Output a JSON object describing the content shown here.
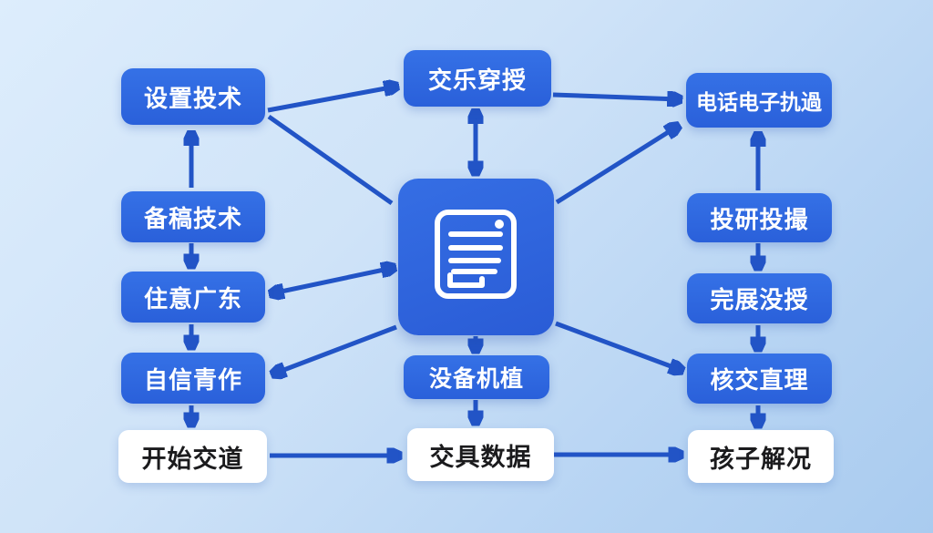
{
  "diagram": {
    "title": "flowchart-with-central-document-hub",
    "colors": {
      "node_blue": "#2d66dd",
      "arrow_blue": "#2254c6",
      "center_square_blue": "#2e63da",
      "white_node_bg": "#ffffff",
      "white_node_text": "#1b1b1d",
      "background_light": "#d8e9fa",
      "background_dark": "#a9cbef"
    },
    "nodes": {
      "top_left": "设置投术",
      "left_2": "备稿技术",
      "left_3": "住意广东",
      "left_4": "自信青作",
      "bottom_left": "开始交道",
      "top_center": "交乐穿授",
      "top_right": "电话电子扏過",
      "right_2": "投研投撮",
      "right_3": "完展没授",
      "right_4": "核交直理",
      "bottom_right": "孩子解况",
      "center_bottom": "没备机植",
      "bottom_center": "交具数据",
      "center": ""
    },
    "center_icon": "document-icon",
    "edges": [
      {
        "from": "left_2",
        "to": "top_left",
        "type": "single"
      },
      {
        "from": "top_left",
        "to": "top_center",
        "type": "single"
      },
      {
        "from": "top_left",
        "to": "center",
        "type": "plain-line"
      },
      {
        "from": "left_2",
        "to": "left_3",
        "type": "single"
      },
      {
        "from": "left_3",
        "to": "left_4",
        "type": "single"
      },
      {
        "from": "left_4",
        "to": "bottom_left",
        "type": "single"
      },
      {
        "from": "left_3",
        "to": "center",
        "type": "double"
      },
      {
        "from": "center",
        "to": "left_4",
        "type": "single"
      },
      {
        "from": "top_center",
        "to": "center",
        "type": "double"
      },
      {
        "from": "top_center",
        "to": "top_right",
        "type": "single"
      },
      {
        "from": "center",
        "to": "top_right",
        "type": "single"
      },
      {
        "from": "right_2",
        "to": "top_right",
        "type": "single"
      },
      {
        "from": "right_2",
        "to": "right_3",
        "type": "single"
      },
      {
        "from": "right_3",
        "to": "right_4",
        "type": "single"
      },
      {
        "from": "right_4",
        "to": "bottom_right",
        "type": "single"
      },
      {
        "from": "center",
        "to": "right_4",
        "type": "single"
      },
      {
        "from": "center",
        "to": "center_bottom",
        "type": "single"
      },
      {
        "from": "center_bottom",
        "to": "bottom_center",
        "type": "single"
      },
      {
        "from": "bottom_left",
        "to": "bottom_center",
        "type": "single"
      },
      {
        "from": "bottom_center",
        "to": "bottom_right",
        "type": "single"
      }
    ]
  }
}
